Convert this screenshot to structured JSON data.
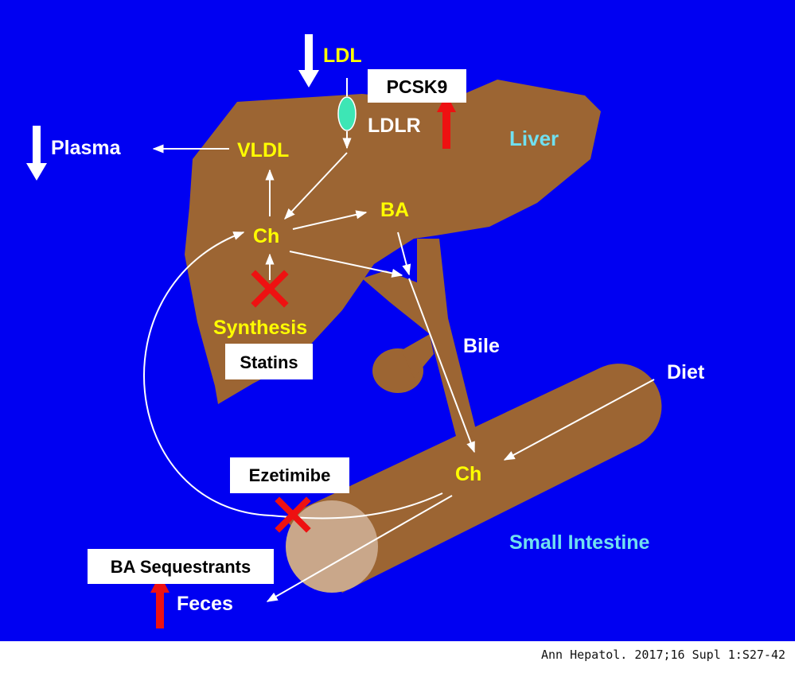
{
  "colors": {
    "background": "#0000f2",
    "organ": "#9c6533",
    "organ_end": "#c9a78a",
    "label_yellow": "#ffff00",
    "label_white": "#ffffff",
    "label_cyan": "#70e0f0",
    "inhibit": "#ee1111",
    "receptor": "#3de6b5"
  },
  "labels": {
    "ldl": "LDL",
    "pcsk9": "PCSK9",
    "ldlr": "LDLR",
    "liver": "Liver",
    "plasma": "Plasma",
    "vldl": "VLDL",
    "ch_liver": "Ch",
    "ba": "BA",
    "synthesis": "Synthesis",
    "statins": "Statins",
    "bile": "Bile",
    "diet": "Diet",
    "ch_intestine": "Ch",
    "ezetimibe": "Ezetimibe",
    "ba_sequestrants": "BA Sequestrants",
    "feces": "Feces",
    "small_intestine": "Small Intestine"
  },
  "caption": "Ann Hepatol. 2017;16 Supl 1:S27-42"
}
